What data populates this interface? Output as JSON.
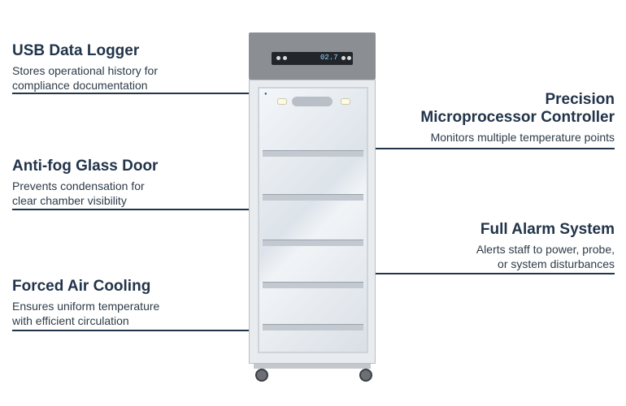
{
  "callouts": {
    "usb": {
      "title": "USB Data Logger",
      "desc_lines": [
        "Stores operational history for",
        "compliance documentation"
      ]
    },
    "antifog": {
      "title": "Anti-fog Glass Door",
      "desc_lines": [
        "Prevents condensation for",
        "clear chamber visibility"
      ]
    },
    "forced": {
      "title": "Forced Air Cooling",
      "desc_lines": [
        "Ensures uniform temperature",
        "with efficient circulation"
      ]
    },
    "precision": {
      "title_lines": [
        "Precision",
        "Microprocessor Controller"
      ],
      "desc_lines": [
        "Monitors multiple temperature points"
      ]
    },
    "alarm": {
      "title": "Full Alarm System",
      "desc_lines": [
        "Alerts staff to power, probe,",
        "or system disturbances"
      ]
    }
  },
  "fridge": {
    "display_readout": "02.7"
  },
  "colors": {
    "accent": "#22344a",
    "cabinet": "#8b8e92"
  }
}
